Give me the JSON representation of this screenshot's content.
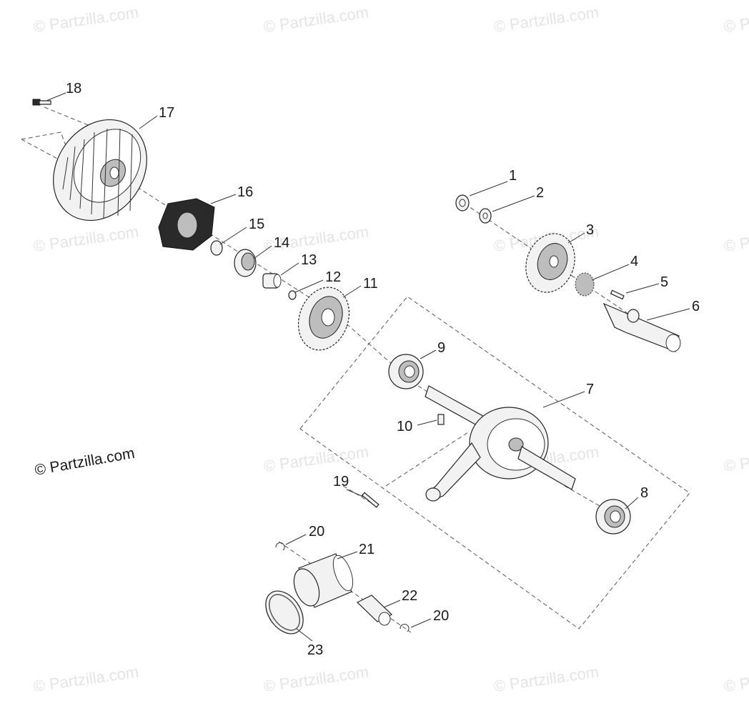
{
  "copyright": "© Partzilla.com",
  "watermark": "© Partzilla.com",
  "callouts": [
    "1",
    "2",
    "3",
    "4",
    "5",
    "6",
    "7",
    "8",
    "9",
    "10",
    "11",
    "12",
    "13",
    "14",
    "15",
    "16",
    "17",
    "18",
    "19",
    "20",
    "21",
    "22",
    "20",
    "23"
  ],
  "icons": {
    "copyright_symbol": "copyright-icon"
  }
}
